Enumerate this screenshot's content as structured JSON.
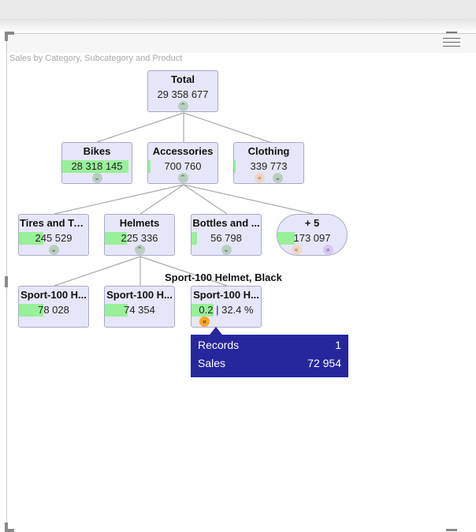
{
  "visual": {
    "title": "Sales by Category, Subcategory and Product"
  },
  "colors": {
    "node_fill": "#e6e6fa",
    "bar_fill": "#98f098",
    "tooltip_bg": "#26279c",
    "button_gray": "#b8cfc0",
    "button_orange": "#f5a623"
  },
  "nodes": {
    "total": {
      "label": "Total",
      "value": "29 358 677",
      "bar_fraction": 0
    },
    "bikes": {
      "label": "Bikes",
      "value": "28 318 145",
      "bar_fraction": 0.96
    },
    "accessories": {
      "label": "Accessories",
      "value": "700 760",
      "bar_fraction": 0.03
    },
    "clothing": {
      "label": "Clothing",
      "value": "339 773",
      "bar_fraction": 0.02
    },
    "tires": {
      "label": "Tires and Tu...",
      "value": "245 529",
      "bar_fraction": 0.35
    },
    "helmets": {
      "label": "Helmets",
      "value": "225 336",
      "bar_fraction": 0.32
    },
    "bottles": {
      "label": "Bottles and ...",
      "value": "56 798",
      "bar_fraction": 0.08
    },
    "more": {
      "label": "+ 5",
      "value": "173 097",
      "bar_fraction": 0.25
    },
    "sport1": {
      "label": "Sport-100 H...",
      "value": "78 028",
      "bar_fraction": 0.35
    },
    "sport2": {
      "label": "Sport-100 H...",
      "value": "74 354",
      "bar_fraction": 0.33
    },
    "sport3": {
      "label": "Sport-100 H...",
      "value": "0.2 | 32.4 %",
      "bar_fraction": 0.32
    }
  },
  "icons": {
    "collapse": "⌃",
    "expand": "⌄",
    "prev": "«",
    "next": "»"
  },
  "hover": {
    "label": "Sport-100 Helmet, Black"
  },
  "tooltip": {
    "rows": [
      {
        "key": "Records",
        "value": "1"
      },
      {
        "key": "Sales",
        "value": "72 954"
      }
    ]
  }
}
